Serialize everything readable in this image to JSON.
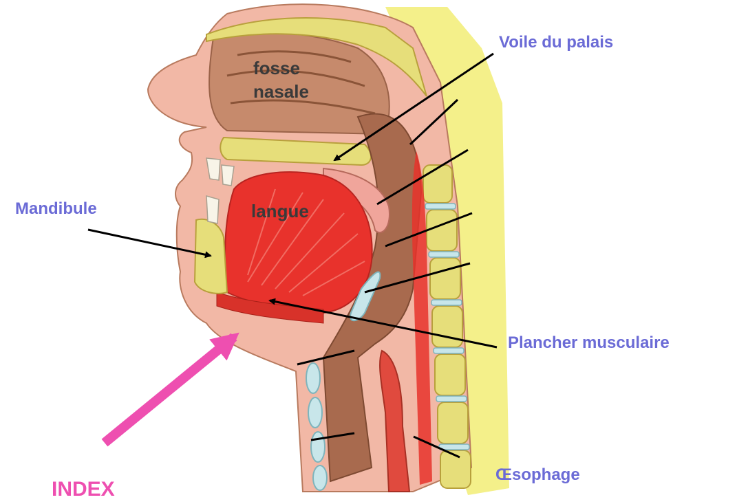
{
  "labels": {
    "voile_du_palais": "Voile du palais",
    "mandibule": "Mandibule",
    "plancher_musculaire": "Plancher musculaire",
    "oesophage": "Œsophage",
    "fosse_line1": "fosse",
    "fosse_line2": "nasale",
    "langue": "langue",
    "index": "INDEX"
  },
  "colors": {
    "label_blue": "#6b6bd6",
    "index_pink": "#ee4fb0",
    "skin": "#f2b8a6",
    "deep_tissue": "#b87a5e",
    "muscle_red": "#e8322c",
    "bone": "#e6de7a",
    "background_yellow": "#f4f08a",
    "cartilage": "#c8e6ea"
  }
}
